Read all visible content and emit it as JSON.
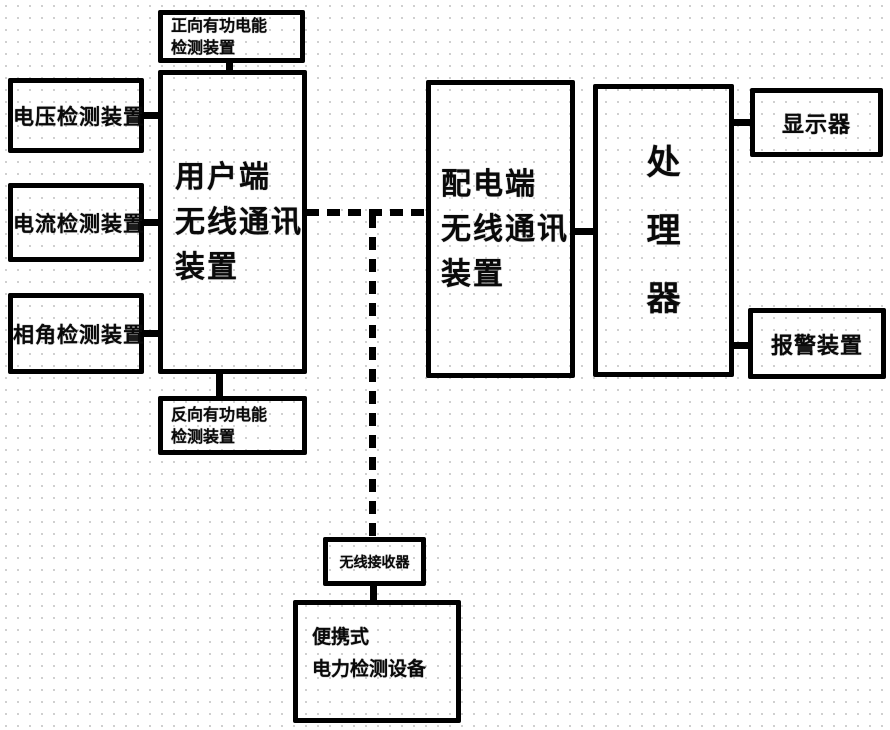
{
  "diagram": {
    "nodes": {
      "forward_energy": {
        "lines": [
          "正向有功电能",
          "检测装置"
        ]
      },
      "user_wireless": {
        "lines": [
          "用户端",
          "无线通讯",
          "装置"
        ]
      },
      "voltage": {
        "lines": [
          "电压检测装置"
        ]
      },
      "current": {
        "lines": [
          "电流检测装置"
        ]
      },
      "phase": {
        "lines": [
          "相角检测装置"
        ]
      },
      "reverse_energy": {
        "lines": [
          "反向有功电能",
          "检测装置"
        ]
      },
      "dist_wireless": {
        "lines": [
          "配电端",
          "无线通讯",
          "装置"
        ]
      },
      "processor": {
        "lines": [
          "处",
          "理",
          "器"
        ]
      },
      "display": {
        "lines": [
          "显示器"
        ]
      },
      "alarm": {
        "lines": [
          "报警装置"
        ]
      },
      "receiver": {
        "lines": [
          "无线接收器"
        ]
      },
      "portable": {
        "lines": [
          "便携式",
          "电力检测设备"
        ]
      }
    },
    "connections": [
      {
        "from": "正向有功电能检测装置",
        "to": "用户端无线通讯装置",
        "style": "solid"
      },
      {
        "from": "电压检测装置",
        "to": "用户端无线通讯装置",
        "style": "solid"
      },
      {
        "from": "电流检测装置",
        "to": "用户端无线通讯装置",
        "style": "solid"
      },
      {
        "from": "相角检测装置",
        "to": "用户端无线通讯装置",
        "style": "solid"
      },
      {
        "from": "反向有功电能检测装置",
        "to": "用户端无线通讯装置",
        "style": "solid"
      },
      {
        "from": "用户端无线通讯装置",
        "to": "配电端无线通讯装置",
        "style": "dashed"
      },
      {
        "from": "无线链路",
        "to": "无线接收器",
        "style": "dashed"
      },
      {
        "from": "配电端无线通讯装置",
        "to": "处理器",
        "style": "solid"
      },
      {
        "from": "处理器",
        "to": "显示器",
        "style": "solid"
      },
      {
        "from": "处理器",
        "to": "报警装置",
        "style": "solid"
      },
      {
        "from": "无线接收器",
        "to": "便携式电力检测设备",
        "style": "solid"
      }
    ],
    "colors": {
      "line": "#000000",
      "background": "#ffffff",
      "text": "#0a0a0a"
    }
  }
}
